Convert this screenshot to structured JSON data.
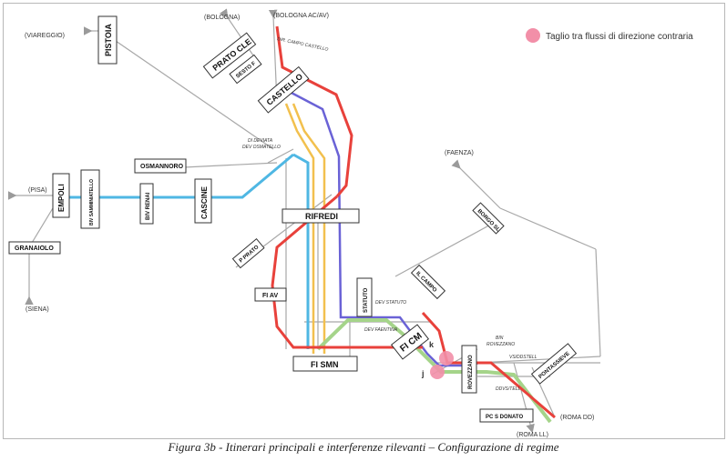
{
  "legend": {
    "label": "Taglio tra flussi di direzione contraria",
    "marker_color": "#f28fa8"
  },
  "colors": {
    "red": "#e8413b",
    "blue": "#6a62d6",
    "cyan": "#4fb7e3",
    "yellow": "#f2c04e",
    "green": "#a5d48a",
    "grey": "#9a9a9a"
  },
  "directions": {
    "bologna": "(BOLOGNA)",
    "bologna_ac": "(BOLOGNA AC/AV)",
    "viareggio": "(VIAREGGIO)",
    "pisa": "(PISA)",
    "siena": "(SIENA)",
    "faenza": "(FAENZA)",
    "roma_dd": "(ROMA DD)",
    "roma_ll": "(ROMA LL)"
  },
  "stations": {
    "pistoia": "PISTOIA",
    "prato": "PRATO CLE",
    "sesto": "SESTO F",
    "castello": "CASTELLO",
    "osmannoro": "OSMANNORO",
    "empoli": "EMPOLI",
    "samminiatello": "BIV SAMMINIATELLO",
    "renai": "BIV RENAI",
    "cascine": "CASCINE",
    "granaiolo": "GRANAIOLO",
    "rifredi": "RIFREDI",
    "pprato": "P PRATO",
    "fiav": "FI AV",
    "statuto": "STATUTO",
    "fismn": "FI SMN",
    "ficm": "FI CM",
    "campo": "IL CAMPO",
    "borgo": "BORGO SL",
    "rovezzano": "ROVEZZANO",
    "pontassieve": "PONTASSIEVE",
    "pcsdonato": "PC S DONATO"
  },
  "notes": {
    "dir_castello": "DIR. CAMPO CASTELLO",
    "di_deviata": "DI DEVIATA",
    "dev_osmatello": "DEV OSMATELLO",
    "dev_statuto": "DEV STATUTO",
    "dev_faentina": "DEV FAENTINA",
    "bin": "BIN",
    "rovezzano_note": "ROVEZZANO",
    "bivio_ll": "VS/DDSTELL",
    "bivio_dd": "DDVS/TELL"
  },
  "points": {
    "k": "k",
    "j": "j"
  },
  "caption": "Figura 3b - Itinerari principali e interferenze rilevanti – Configurazione di regime"
}
